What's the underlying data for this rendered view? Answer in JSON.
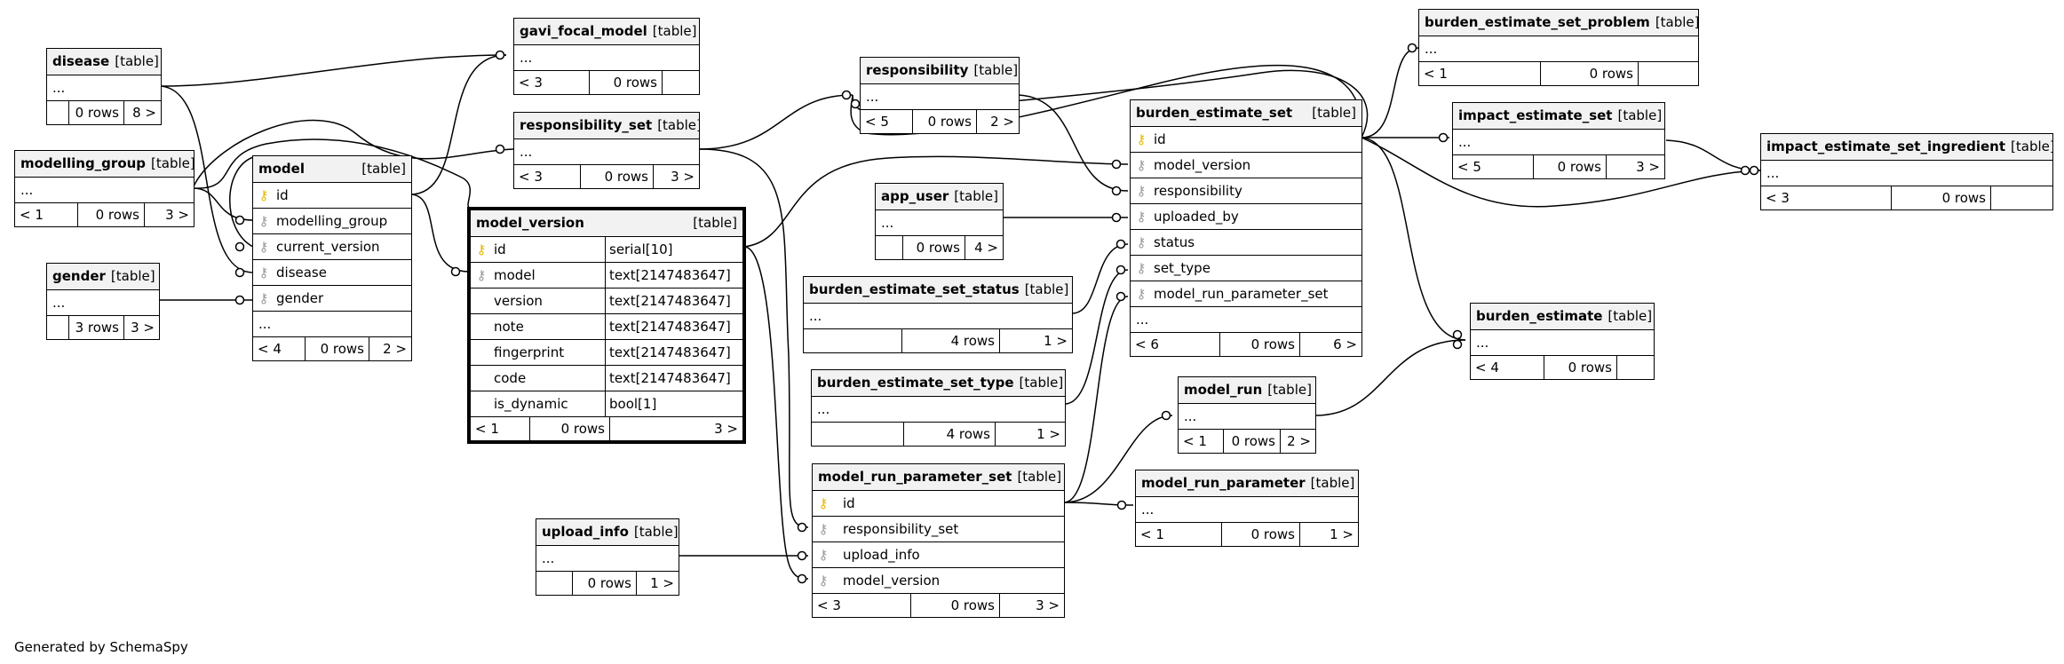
{
  "generated_by": "Generated by SchemaSpy",
  "tables": {
    "disease": {
      "name": "disease",
      "kind": "[table]",
      "ell": "...",
      "ft": [
        "",
        "0 rows",
        "8 >"
      ]
    },
    "modelling_group": {
      "name": "modelling_group",
      "kind": "[table]",
      "ell": "...",
      "ft": [
        "< 1",
        "0 rows",
        "3 >"
      ]
    },
    "gender": {
      "name": "gender",
      "kind": "[table]",
      "ell": "...",
      "ft": [
        "",
        "3 rows",
        "3 >"
      ]
    },
    "model": {
      "name": "model",
      "kind": "[table]",
      "cols": [
        "id",
        "modelling_group",
        "current_version",
        "disease",
        "gender"
      ],
      "ell": "...",
      "ft": [
        "< 4",
        "0 rows",
        "2 >"
      ]
    },
    "gavi_focal_model": {
      "name": "gavi_focal_model",
      "kind": "[table]",
      "ell": "...",
      "ft": [
        "< 3",
        "0 rows",
        ""
      ]
    },
    "responsibility_set": {
      "name": "responsibility_set",
      "kind": "[table]",
      "ell": "...",
      "ft": [
        "< 3",
        "0 rows",
        "3 >"
      ]
    },
    "model_version": {
      "name": "model_version",
      "kind": "[table]",
      "cols": [
        [
          "id",
          "serial[10]"
        ],
        [
          "model",
          "text[2147483647]"
        ],
        [
          "version",
          "text[2147483647]"
        ],
        [
          "note",
          "text[2147483647]"
        ],
        [
          "fingerprint",
          "text[2147483647]"
        ],
        [
          "code",
          "text[2147483647]"
        ],
        [
          "is_dynamic",
          "bool[1]"
        ]
      ],
      "ft": [
        "< 1",
        "0 rows",
        "3 >"
      ]
    },
    "responsibility": {
      "name": "responsibility",
      "kind": "[table]",
      "ell": "...",
      "ft": [
        "< 5",
        "0 rows",
        "2 >"
      ]
    },
    "app_user": {
      "name": "app_user",
      "kind": "[table]",
      "ell": "...",
      "ft": [
        "",
        "0 rows",
        "4 >"
      ]
    },
    "burden_estimate_set_status": {
      "name": "burden_estimate_set_status",
      "kind": "[table]",
      "ell": "...",
      "ft": [
        "",
        "4 rows",
        "1 >"
      ]
    },
    "burden_estimate_set_type": {
      "name": "burden_estimate_set_type",
      "kind": "[table]",
      "ell": "...",
      "ft": [
        "",
        "4 rows",
        "1 >"
      ]
    },
    "upload_info": {
      "name": "upload_info",
      "kind": "[table]",
      "ell": "...",
      "ft": [
        "",
        "0 rows",
        "1 >"
      ]
    },
    "model_run_parameter_set": {
      "name": "model_run_parameter_set",
      "kind": "[table]",
      "cols": [
        "id",
        "responsibility_set",
        "upload_info",
        "model_version"
      ],
      "ft": [
        "< 3",
        "0 rows",
        "3 >"
      ]
    },
    "burden_estimate_set": {
      "name": "burden_estimate_set",
      "kind": "[table]",
      "cols": [
        "id",
        "model_version",
        "responsibility",
        "uploaded_by",
        "status",
        "set_type",
        "model_run_parameter_set"
      ],
      "ell": "...",
      "ft": [
        "< 6",
        "0 rows",
        "6 >"
      ]
    },
    "model_run": {
      "name": "model_run",
      "kind": "[table]",
      "ell": "...",
      "ft": [
        "< 1",
        "0 rows",
        "2 >"
      ]
    },
    "model_run_parameter": {
      "name": "model_run_parameter",
      "kind": "[table]",
      "ell": "...",
      "ft": [
        "< 1",
        "0 rows",
        "1 >"
      ]
    },
    "burden_estimate_set_problem": {
      "name": "burden_estimate_set_problem",
      "kind": "[table]",
      "ell": "...",
      "ft": [
        "< 1",
        "0 rows",
        ""
      ]
    },
    "impact_estimate_set": {
      "name": "impact_estimate_set",
      "kind": "[table]",
      "ell": "...",
      "ft": [
        "< 5",
        "0 rows",
        "3 >"
      ]
    },
    "impact_estimate_set_ingredient": {
      "name": "impact_estimate_set_ingredient",
      "kind": "[table]",
      "ell": "...",
      "ft": [
        "< 3",
        "0 rows",
        ""
      ]
    },
    "burden_estimate": {
      "name": "burden_estimate",
      "kind": "[table]",
      "ell": "...",
      "ft": [
        "< 4",
        "0 rows",
        ""
      ]
    }
  },
  "icons": {
    "pk": "key-icon",
    "fk": "foreign-key-icon"
  },
  "colors": {
    "pk_key": "#e6b800",
    "fk_key": "#9a9a9a",
    "header_bg": "#f2f2f2"
  }
}
